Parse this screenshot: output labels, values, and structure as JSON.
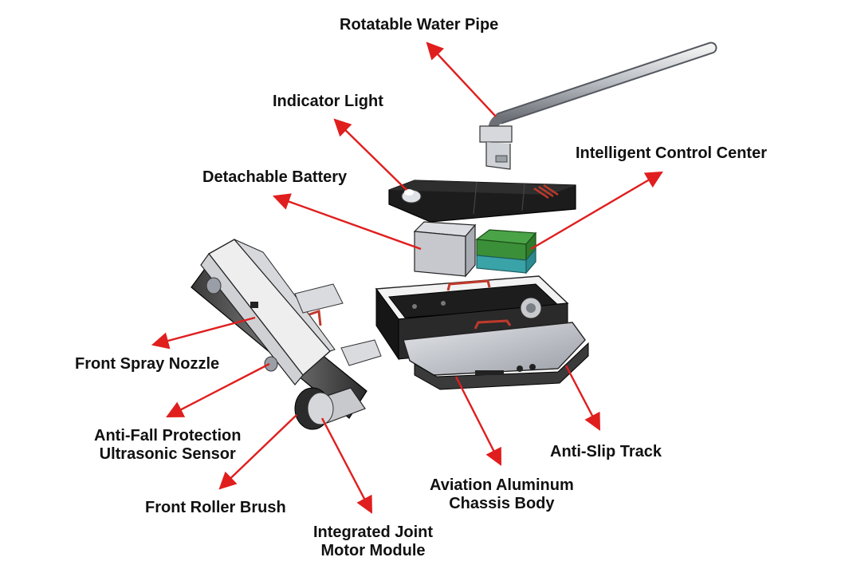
{
  "labels": {
    "rotatable_water_pipe": "Rotatable Water Pipe",
    "indicator_light": "Indicator Light",
    "intelligent_control_center": "Intelligent Control Center",
    "detachable_battery": "Detachable Battery",
    "front_spray_nozzle": "Front Spray Nozzle",
    "anti_fall_line1": "Anti-Fall Protection",
    "anti_fall_line2": "Ultrasonic Sensor",
    "front_roller_brush": "Front Roller Brush",
    "integrated_joint_line1": "Integrated Joint",
    "integrated_joint_line2": "Motor Module",
    "aviation_line1": "Aviation Aluminum",
    "aviation_line2": "Chassis Body",
    "anti_slip_track": "Anti-Slip Track"
  },
  "colors": {
    "arrow": "#e01e1e",
    "outline": "#1a1a1a",
    "battery": "#c9cbd2",
    "control_box": "#3f9a3c",
    "control_box_base": "#39a3a8",
    "panel": "#1c1c1c",
    "metal": "#b9bcc2",
    "handle": "#c0392b"
  }
}
